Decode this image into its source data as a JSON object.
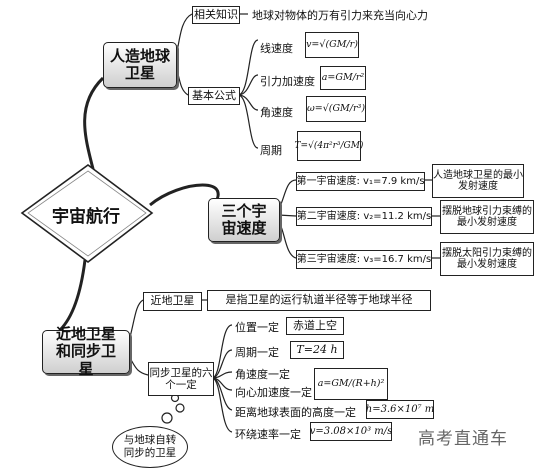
{
  "center_title": "宇宙航行",
  "branch1": {
    "title": "人造地球卫星",
    "knowledge_label": "相关知识",
    "knowledge_text": "地球对物体的万有引力来充当向心力",
    "formulas_label": "基本公式",
    "formulas": [
      {
        "name": "线速度",
        "expr": "v=√(GM/r)"
      },
      {
        "name": "引力加速度",
        "expr": "a=GM/r²"
      },
      {
        "name": "角速度",
        "expr": "ω=√(GM/r³)"
      },
      {
        "name": "周期",
        "expr": "T=√(4π²r³/GM)"
      }
    ]
  },
  "branch2": {
    "title": "三个宇宙速度",
    "items": [
      {
        "label": "第一宇宙速度: v₁=7.9 km/s",
        "note": "人造地球卫星的最小发射速度"
      },
      {
        "label": "第二宇宙速度: v₂=11.2 km/s",
        "note": "摆脱地球引力束缚的最小发射速度"
      },
      {
        "label": "第三宇宙速度: v₃=16.7 km/s",
        "note": "摆脱太阳引力束缚的最小发射速度"
      }
    ]
  },
  "branch3": {
    "title": "近地卫星和同步卫星",
    "near_label": "近地卫星",
    "near_text": "是指卫星的运行轨道半径等于地球半径",
    "sync_label": "同步卫星的六个一定",
    "sync_items": [
      {
        "name": "位置一定",
        "value": "赤道上空"
      },
      {
        "name": "周期一定",
        "value": "T=24 h"
      },
      {
        "name": "角速度一定",
        "value": ""
      },
      {
        "name": "向心加速度一定",
        "value": "a=GM/(R+h)²"
      },
      {
        "name": "距离地球表面的高度一定",
        "value": "h=3.6×10⁷ m"
      },
      {
        "name": "环绕速率一定",
        "value": "v=3.08×10³ m/s"
      }
    ],
    "bubble_text": "与地球自转同步的卫星"
  },
  "watermark": "高考直通车"
}
